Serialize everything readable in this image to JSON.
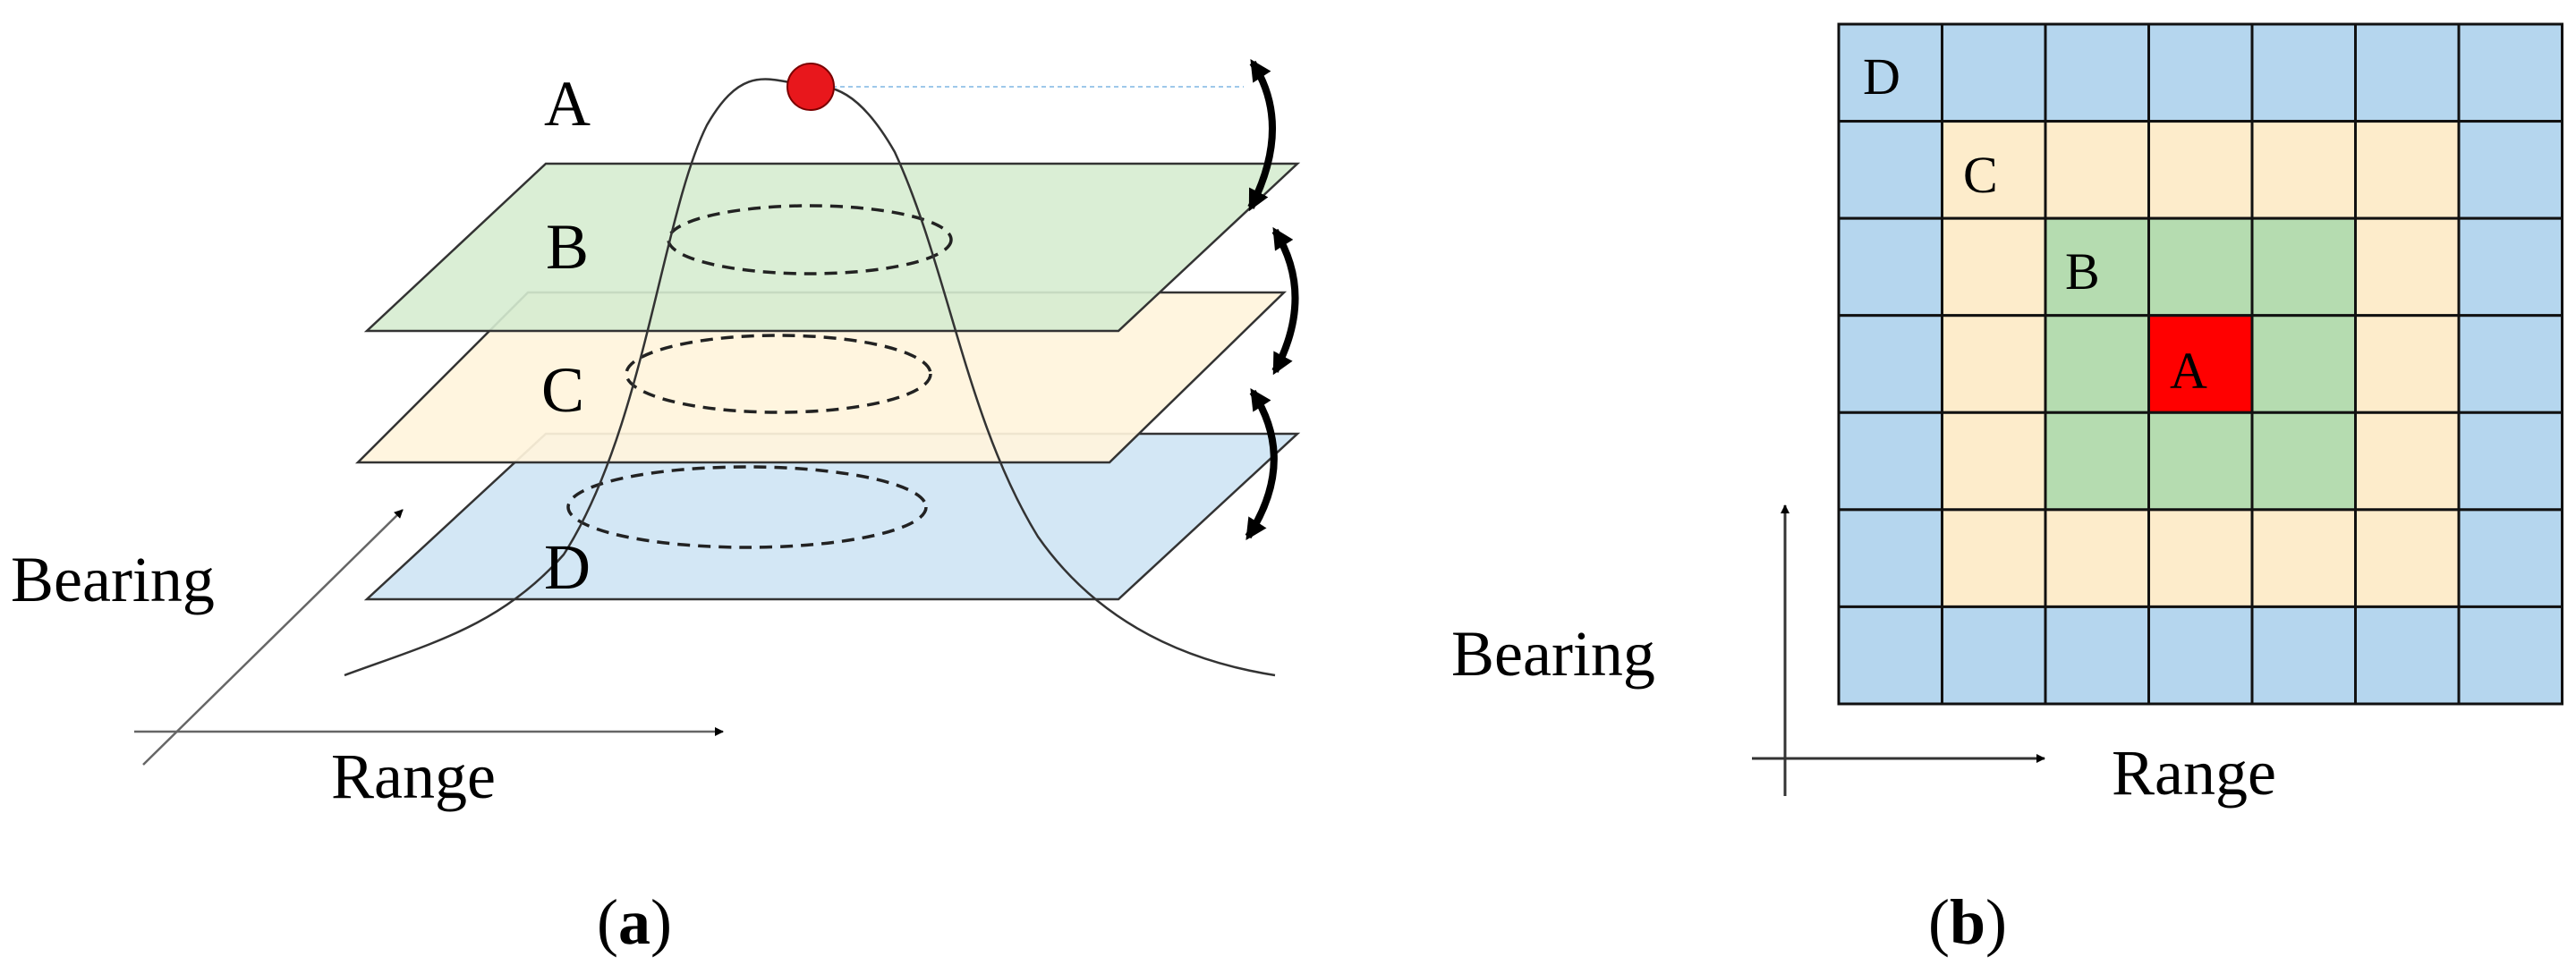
{
  "panel_a": {
    "labels": {
      "a": "A",
      "b": "B",
      "c": "C",
      "d": "D"
    },
    "axis_bearing": "Bearing",
    "axis_range": "Range",
    "caption_open": "(",
    "caption_letter": "a",
    "caption_close": ")"
  },
  "panel_b": {
    "labels": {
      "a": "A",
      "b": "B",
      "c": "C",
      "d": "D"
    },
    "axis_bearing": "Bearing",
    "axis_range": "Range",
    "caption_open": "(",
    "caption_letter": "b",
    "caption_close": ")",
    "grid": {
      "rows": 7,
      "cols": 7,
      "zones": [
        "DDDDDDD",
        "DCCCCCD",
        "DCBBBCD",
        "DCBABCD",
        "DCBBBCD",
        "DCCCCCD",
        "DDDDDDD"
      ]
    }
  },
  "colors": {
    "zone_a": "#ff0000",
    "zone_b": "#b5dcb0",
    "zone_c": "#fdeccb",
    "zone_d": "#b5d6ee",
    "plane_b": "#d6ecd0",
    "plane_c": "#fff4dc",
    "plane_d": "#d3e7f5",
    "peak": "#e8171c"
  }
}
